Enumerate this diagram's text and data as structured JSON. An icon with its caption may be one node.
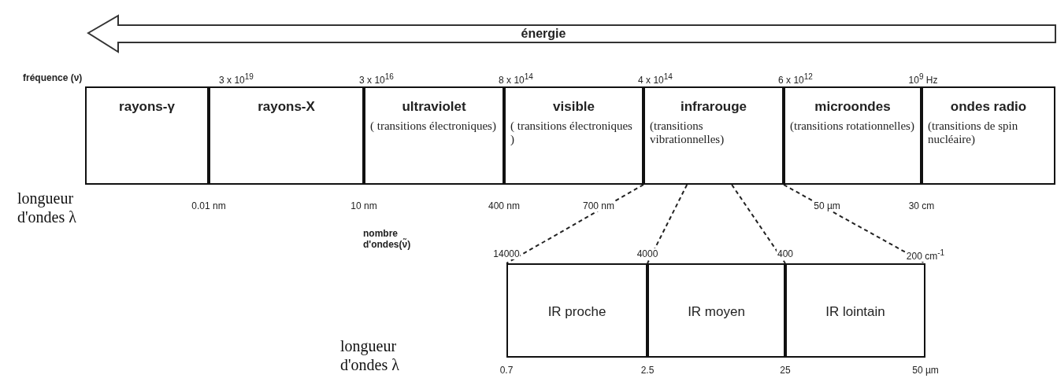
{
  "diagram": {
    "nodes": [
      {
        "text": [
          "rayons-γ"
        ]
      },
      {
        "text": [
          "rayons-X"
        ]
      },
      {
        "text": [
          "ultraviolet",
          "( transitions électroniques)"
        ]
      },
      {
        "text": [
          "visible",
          "( transitions électroniques )"
        ]
      },
      {
        "text": [
          "infrarouge",
          "(transitions vibrationnelles)"
        ]
      },
      {
        "text": [
          "microondes",
          "(transitions rotationnelles)"
        ]
      },
      {
        "text": [
          "ondes radio",
          "(transitions de spin nucléaire)"
        ]
      },
      {
        "text": [
          "IR proche"
        ]
      },
      {
        "text": [
          "IR moyen"
        ]
      },
      {
        "text": [
          "IR lointain"
        ]
      }
    ],
    "edges": [
      {
        "from": 4,
        "to": 7,
        "arrow": "none",
        "style": "dashed"
      },
      {
        "from": 4,
        "to": 8,
        "arrow": "none",
        "style": "dashed"
      },
      {
        "from": 4,
        "to": 9,
        "arrow": "none",
        "style": "dashed"
      },
      {
        "from": 4,
        "to": 9,
        "arrow": "none",
        "style": "dashed"
      }
    ],
    "labels": [
      "énergie",
      "fréquence (ν)",
      "3 x 10$^{19}$",
      "3 x 10$^{16}$",
      "8 x 10$^{14}$",
      "4 x 10$^{14}$",
      "6 x 10$^{12}$",
      "10$^{9}$ Hz",
      "longueur d'ondes λ",
      "0.01 nm",
      "10 nm",
      "400 nm",
      "700 nm",
      "50 µm",
      "30 cm",
      "nombre d'ondes(ν̃)",
      "14000",
      "4000",
      "400",
      "200 cm$^{-1}$",
      "longueur d'ondes λ",
      "0.7",
      "2.5",
      "25",
      "50 µm"
    ]
  }
}
